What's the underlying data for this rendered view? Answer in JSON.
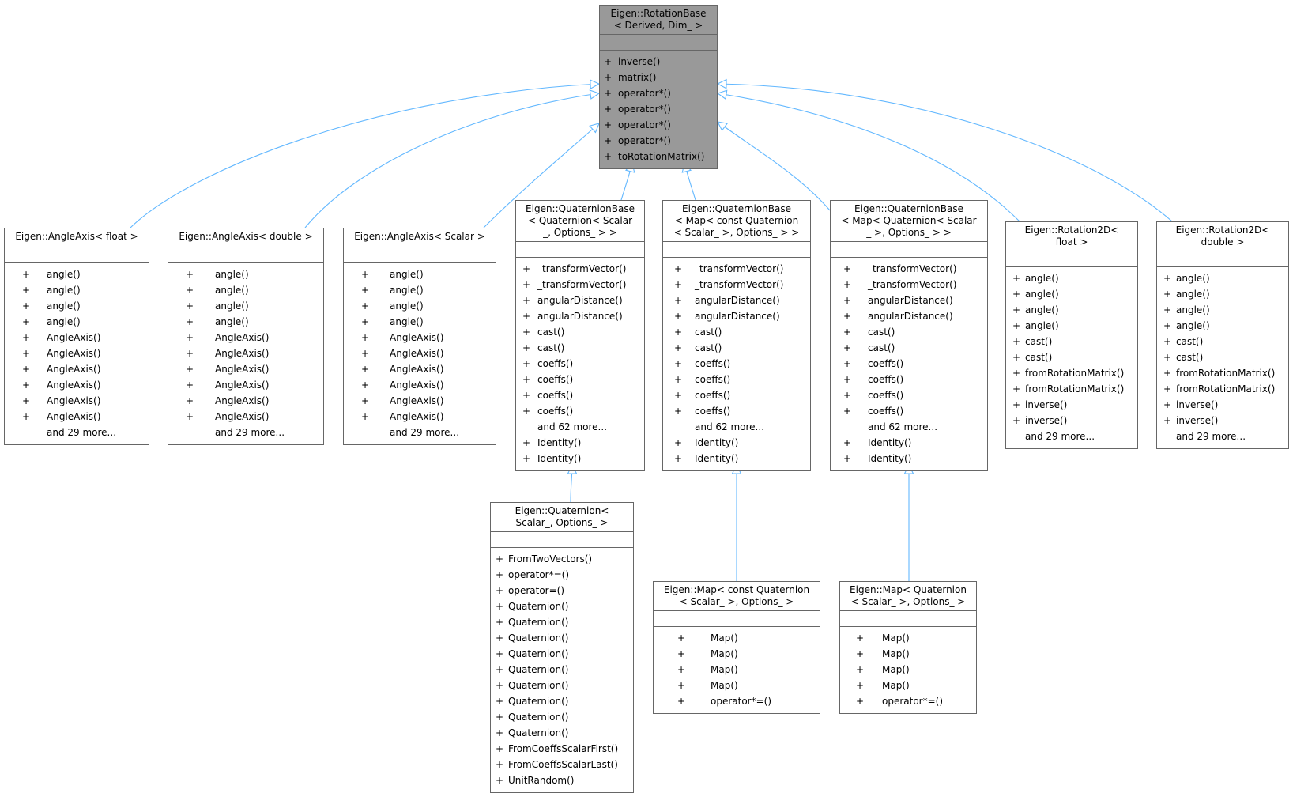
{
  "colors": {
    "edge": "#63b8ff",
    "base_fill": "#999999",
    "node_border": "#666666"
  },
  "nodes": [
    {
      "id": "rotation_base",
      "base": true,
      "title": [
        "Eigen::RotationBase",
        "< Derived, Dim_ >"
      ],
      "members": [
        "inverse()",
        "matrix()",
        "operator*()",
        "operator*()",
        "operator*()",
        "operator*()",
        "toRotationMatrix()"
      ],
      "more": ""
    },
    {
      "id": "angleaxis_float",
      "title": [
        "Eigen::AngleAxis< float >"
      ],
      "members": [
        "angle()",
        "angle()",
        "angle()",
        "angle()",
        "AngleAxis()",
        "AngleAxis()",
        "AngleAxis()",
        "AngleAxis()",
        "AngleAxis()",
        "AngleAxis()"
      ],
      "more": "and 29 more..."
    },
    {
      "id": "angleaxis_double",
      "title": [
        "Eigen::AngleAxis< double >"
      ],
      "members": [
        "angle()",
        "angle()",
        "angle()",
        "angle()",
        "AngleAxis()",
        "AngleAxis()",
        "AngleAxis()",
        "AngleAxis()",
        "AngleAxis()",
        "AngleAxis()"
      ],
      "more": "and 29 more..."
    },
    {
      "id": "angleaxis_scalar",
      "title": [
        "Eigen::AngleAxis< Scalar >"
      ],
      "members": [
        "angle()",
        "angle()",
        "angle()",
        "angle()",
        "AngleAxis()",
        "AngleAxis()",
        "AngleAxis()",
        "AngleAxis()",
        "AngleAxis()",
        "AngleAxis()"
      ],
      "more": "and 29 more..."
    },
    {
      "id": "qbase_quaternion",
      "title": [
        "Eigen::QuaternionBase",
        "< Quaternion< Scalar",
        "_, Options_ > >"
      ],
      "members": [
        "_transformVector()",
        "_transformVector()",
        "angularDistance()",
        "angularDistance()",
        "cast()",
        "cast()",
        "coeffs()",
        "coeffs()",
        "coeffs()",
        "coeffs()"
      ],
      "more": "and 62 more...",
      "after": [
        "Identity()",
        "Identity()"
      ]
    },
    {
      "id": "qbase_map_const",
      "title": [
        "Eigen::QuaternionBase",
        "< Map< const Quaternion",
        "< Scalar_ >, Options_ > >"
      ],
      "members": [
        "_transformVector()",
        "_transformVector()",
        "angularDistance()",
        "angularDistance()",
        "cast()",
        "cast()",
        "coeffs()",
        "coeffs()",
        "coeffs()",
        "coeffs()"
      ],
      "more": "and 62 more...",
      "after": [
        "Identity()",
        "Identity()"
      ]
    },
    {
      "id": "qbase_map",
      "title": [
        "Eigen::QuaternionBase",
        "< Map< Quaternion< Scalar",
        "_ >, Options_ > >"
      ],
      "members": [
        "_transformVector()",
        "_transformVector()",
        "angularDistance()",
        "angularDistance()",
        "cast()",
        "cast()",
        "coeffs()",
        "coeffs()",
        "coeffs()",
        "coeffs()"
      ],
      "more": "and 62 more...",
      "after": [
        "Identity()",
        "Identity()"
      ]
    },
    {
      "id": "rotation2d_float",
      "title": [
        "Eigen::Rotation2D<",
        "float >"
      ],
      "members": [
        "angle()",
        "angle()",
        "angle()",
        "angle()",
        "cast()",
        "cast()",
        "fromRotationMatrix()",
        "fromRotationMatrix()",
        "inverse()",
        "inverse()"
      ],
      "more": "and 29 more..."
    },
    {
      "id": "rotation2d_double",
      "title": [
        "Eigen::Rotation2D<",
        "double >"
      ],
      "members": [
        "angle()",
        "angle()",
        "angle()",
        "angle()",
        "cast()",
        "cast()",
        "fromRotationMatrix()",
        "fromRotationMatrix()",
        "inverse()",
        "inverse()"
      ],
      "more": "and 29 more..."
    },
    {
      "id": "quaternion",
      "title": [
        "Eigen::Quaternion<",
        "Scalar_, Options_ >"
      ],
      "members": [
        "FromTwoVectors()",
        "operator*=()",
        "operator=()",
        "Quaternion()",
        "Quaternion()",
        "Quaternion()",
        "Quaternion()",
        "Quaternion()",
        "Quaternion()",
        "Quaternion()",
        "Quaternion()",
        "Quaternion()",
        "FromCoeffsScalarFirst()",
        "FromCoeffsScalarLast()",
        "UnitRandom()"
      ],
      "more": ""
    },
    {
      "id": "map_const_quaternion",
      "title": [
        "Eigen::Map< const Quaternion",
        "< Scalar_ >, Options_ >"
      ],
      "members": [
        "Map()",
        "Map()",
        "Map()",
        "Map()",
        "operator*=()"
      ],
      "more": ""
    },
    {
      "id": "map_quaternion",
      "title": [
        "Eigen::Map< Quaternion",
        "< Scalar_ >, Options_ >"
      ],
      "members": [
        "Map()",
        "Map()",
        "Map()",
        "Map()",
        "operator*=()"
      ],
      "more": ""
    }
  ],
  "edges": [
    {
      "from": "angleaxis_float",
      "to": "rotation_base"
    },
    {
      "from": "angleaxis_double",
      "to": "rotation_base"
    },
    {
      "from": "angleaxis_scalar",
      "to": "rotation_base"
    },
    {
      "from": "qbase_quaternion",
      "to": "rotation_base"
    },
    {
      "from": "qbase_map_const",
      "to": "rotation_base"
    },
    {
      "from": "qbase_map",
      "to": "rotation_base"
    },
    {
      "from": "rotation2d_float",
      "to": "rotation_base"
    },
    {
      "from": "rotation2d_double",
      "to": "rotation_base"
    },
    {
      "from": "quaternion",
      "to": "qbase_quaternion"
    },
    {
      "from": "map_const_quaternion",
      "to": "qbase_map_const"
    },
    {
      "from": "map_quaternion",
      "to": "qbase_map"
    }
  ]
}
